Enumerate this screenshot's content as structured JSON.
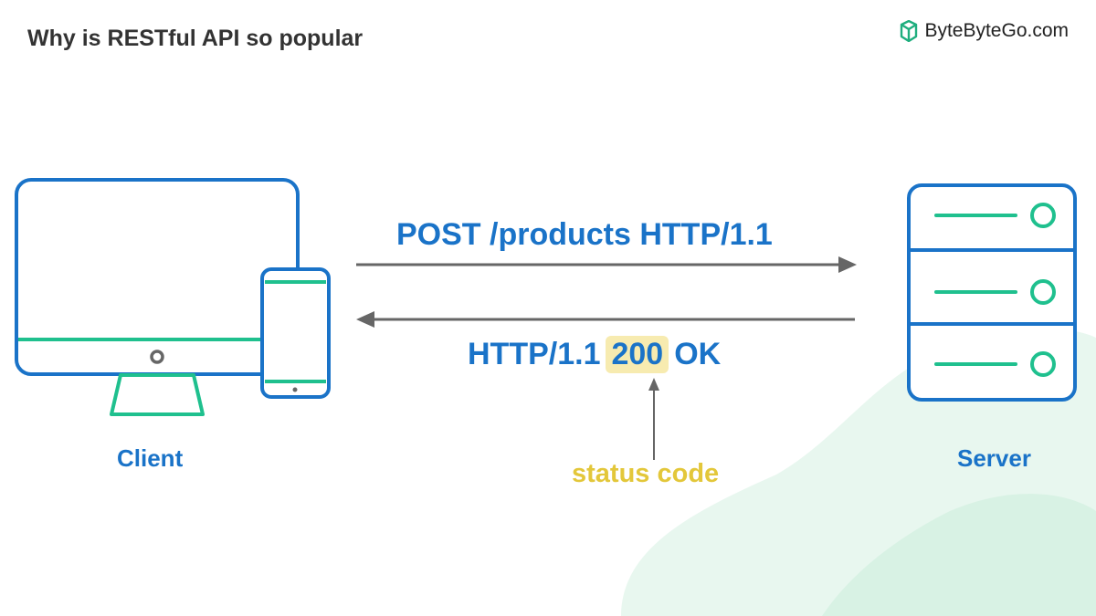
{
  "title": "Why is RESTful API so popular",
  "brand": {
    "name": "ByteByteGo.com",
    "icon": "bytebytego-logo-icon"
  },
  "client": {
    "label": "Client",
    "icons": [
      "desktop-monitor-icon",
      "smartphone-icon"
    ]
  },
  "server": {
    "label": "Server",
    "icon": "server-rack-icon"
  },
  "request": {
    "text": "POST /products HTTP/1.1",
    "direction": "client-to-server"
  },
  "response": {
    "prefix": "HTTP/1.1",
    "status_code": "200",
    "suffix": "OK",
    "direction": "server-to-client"
  },
  "annotation": {
    "text": "status code",
    "points_to": "response.status_code"
  },
  "colors": {
    "primary_blue": "#1a73c8",
    "accent_green": "#1fc08e",
    "arrow_gray": "#666666",
    "annotation_yellow": "#e3c73a",
    "highlight": "#f7ebb0",
    "background_blob": "#e6f6ee"
  }
}
